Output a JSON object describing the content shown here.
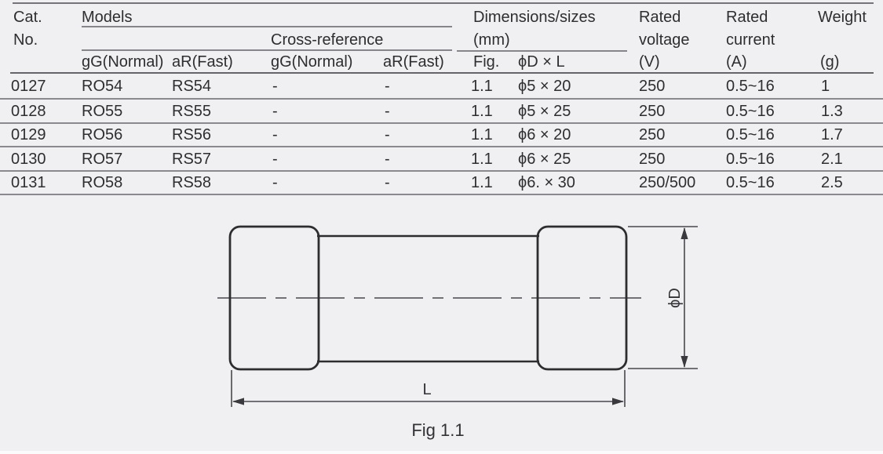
{
  "colors": {
    "background": "#f0f0f2",
    "text": "#2e2e30",
    "rule_gray": "#85858a",
    "rule_dark": "#66666a",
    "diagram_outline": "#2d2d2f",
    "dimension_line": "#48484c"
  },
  "table": {
    "header": {
      "cat_line1": "Cat.",
      "cat_line2": "No.",
      "models_group": "Models",
      "cross_reference_group": "Cross-reference",
      "dimensions_line1": "Dimensions/sizes",
      "dimensions_line2": "(mm)",
      "rated_voltage_line1": "Rated",
      "rated_voltage_line2": "voltage",
      "rated_voltage_unit": "(V)",
      "rated_current_line1": "Rated",
      "rated_current_line2": "current",
      "rated_current_unit": "(A)",
      "weight_line1": "Weight",
      "weight_unit": "(g)",
      "sub_models_gg": "gG(Normal)",
      "sub_models_ar": "aR(Fast)",
      "sub_xref_gg": "gG(Normal)",
      "sub_xref_ar": "aR(Fast)",
      "sub_fig": "Fig.",
      "sub_dxl": "ϕD × L"
    },
    "rows": [
      {
        "cat": "0127",
        "gg": "RO54",
        "ar": "RS54",
        "xgg": "-",
        "xar": "-",
        "fig": "1.1",
        "dxl": "ϕ5 × 20",
        "voltage": "250",
        "current": "0.5~16",
        "weight": "1"
      },
      {
        "cat": "0128",
        "gg": "RO55",
        "ar": "RS55",
        "xgg": "-",
        "xar": "-",
        "fig": "1.1",
        "dxl": "ϕ5 × 25",
        "voltage": "250",
        "current": "0.5~16",
        "weight": "1.3"
      },
      {
        "cat": "0129",
        "gg": "RO56",
        "ar": "RS56",
        "xgg": "-",
        "xar": "-",
        "fig": "1.1",
        "dxl": "ϕ6 × 20",
        "voltage": "250",
        "current": "0.5~16",
        "weight": "1.7"
      },
      {
        "cat": "0130",
        "gg": "RO57",
        "ar": "RS57",
        "xgg": "-",
        "xar": "-",
        "fig": "1.1",
        "dxl": "ϕ6 × 25",
        "voltage": "250",
        "current": "0.5~16",
        "weight": "2.1"
      },
      {
        "cat": "0131",
        "gg": "RO58",
        "ar": "RS58",
        "xgg": "-",
        "xar": "-",
        "fig": "1.1",
        "dxl": "ϕ6. × 30",
        "voltage": "250/500",
        "current": "0.5~16",
        "weight": "2.5"
      }
    ]
  },
  "diagram": {
    "length_label": "L",
    "diameter_label": "ϕD",
    "caption": "Fig 1.1"
  }
}
